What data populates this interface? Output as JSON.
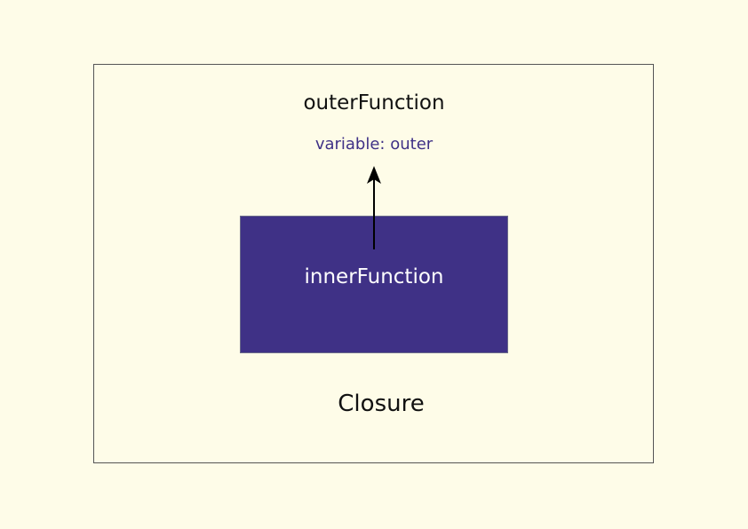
{
  "diagram": {
    "outer_function_label": "outerFunction",
    "variable_label": "variable: outer",
    "inner_function_label": "innerFunction",
    "closure_label": "Closure"
  },
  "colors": {
    "background": "#fefce8",
    "inner_box": "#3f3186",
    "variable_text": "#3f3186",
    "border": "#555555",
    "arrow": "#000000"
  }
}
